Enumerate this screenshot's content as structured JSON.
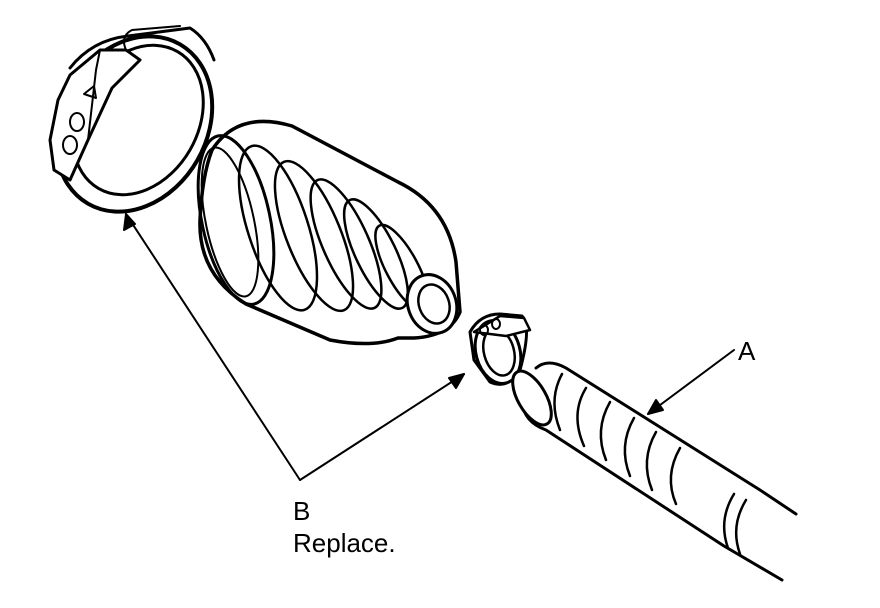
{
  "diagram": {
    "labels": {
      "a": "A",
      "b": "B",
      "b_note": "Replace."
    },
    "parts": [
      "large-boot-band",
      "cv-joint-boot",
      "small-boot-band",
      "driveshaft"
    ],
    "colors": {
      "line": "#000000",
      "background": "#ffffff"
    }
  }
}
